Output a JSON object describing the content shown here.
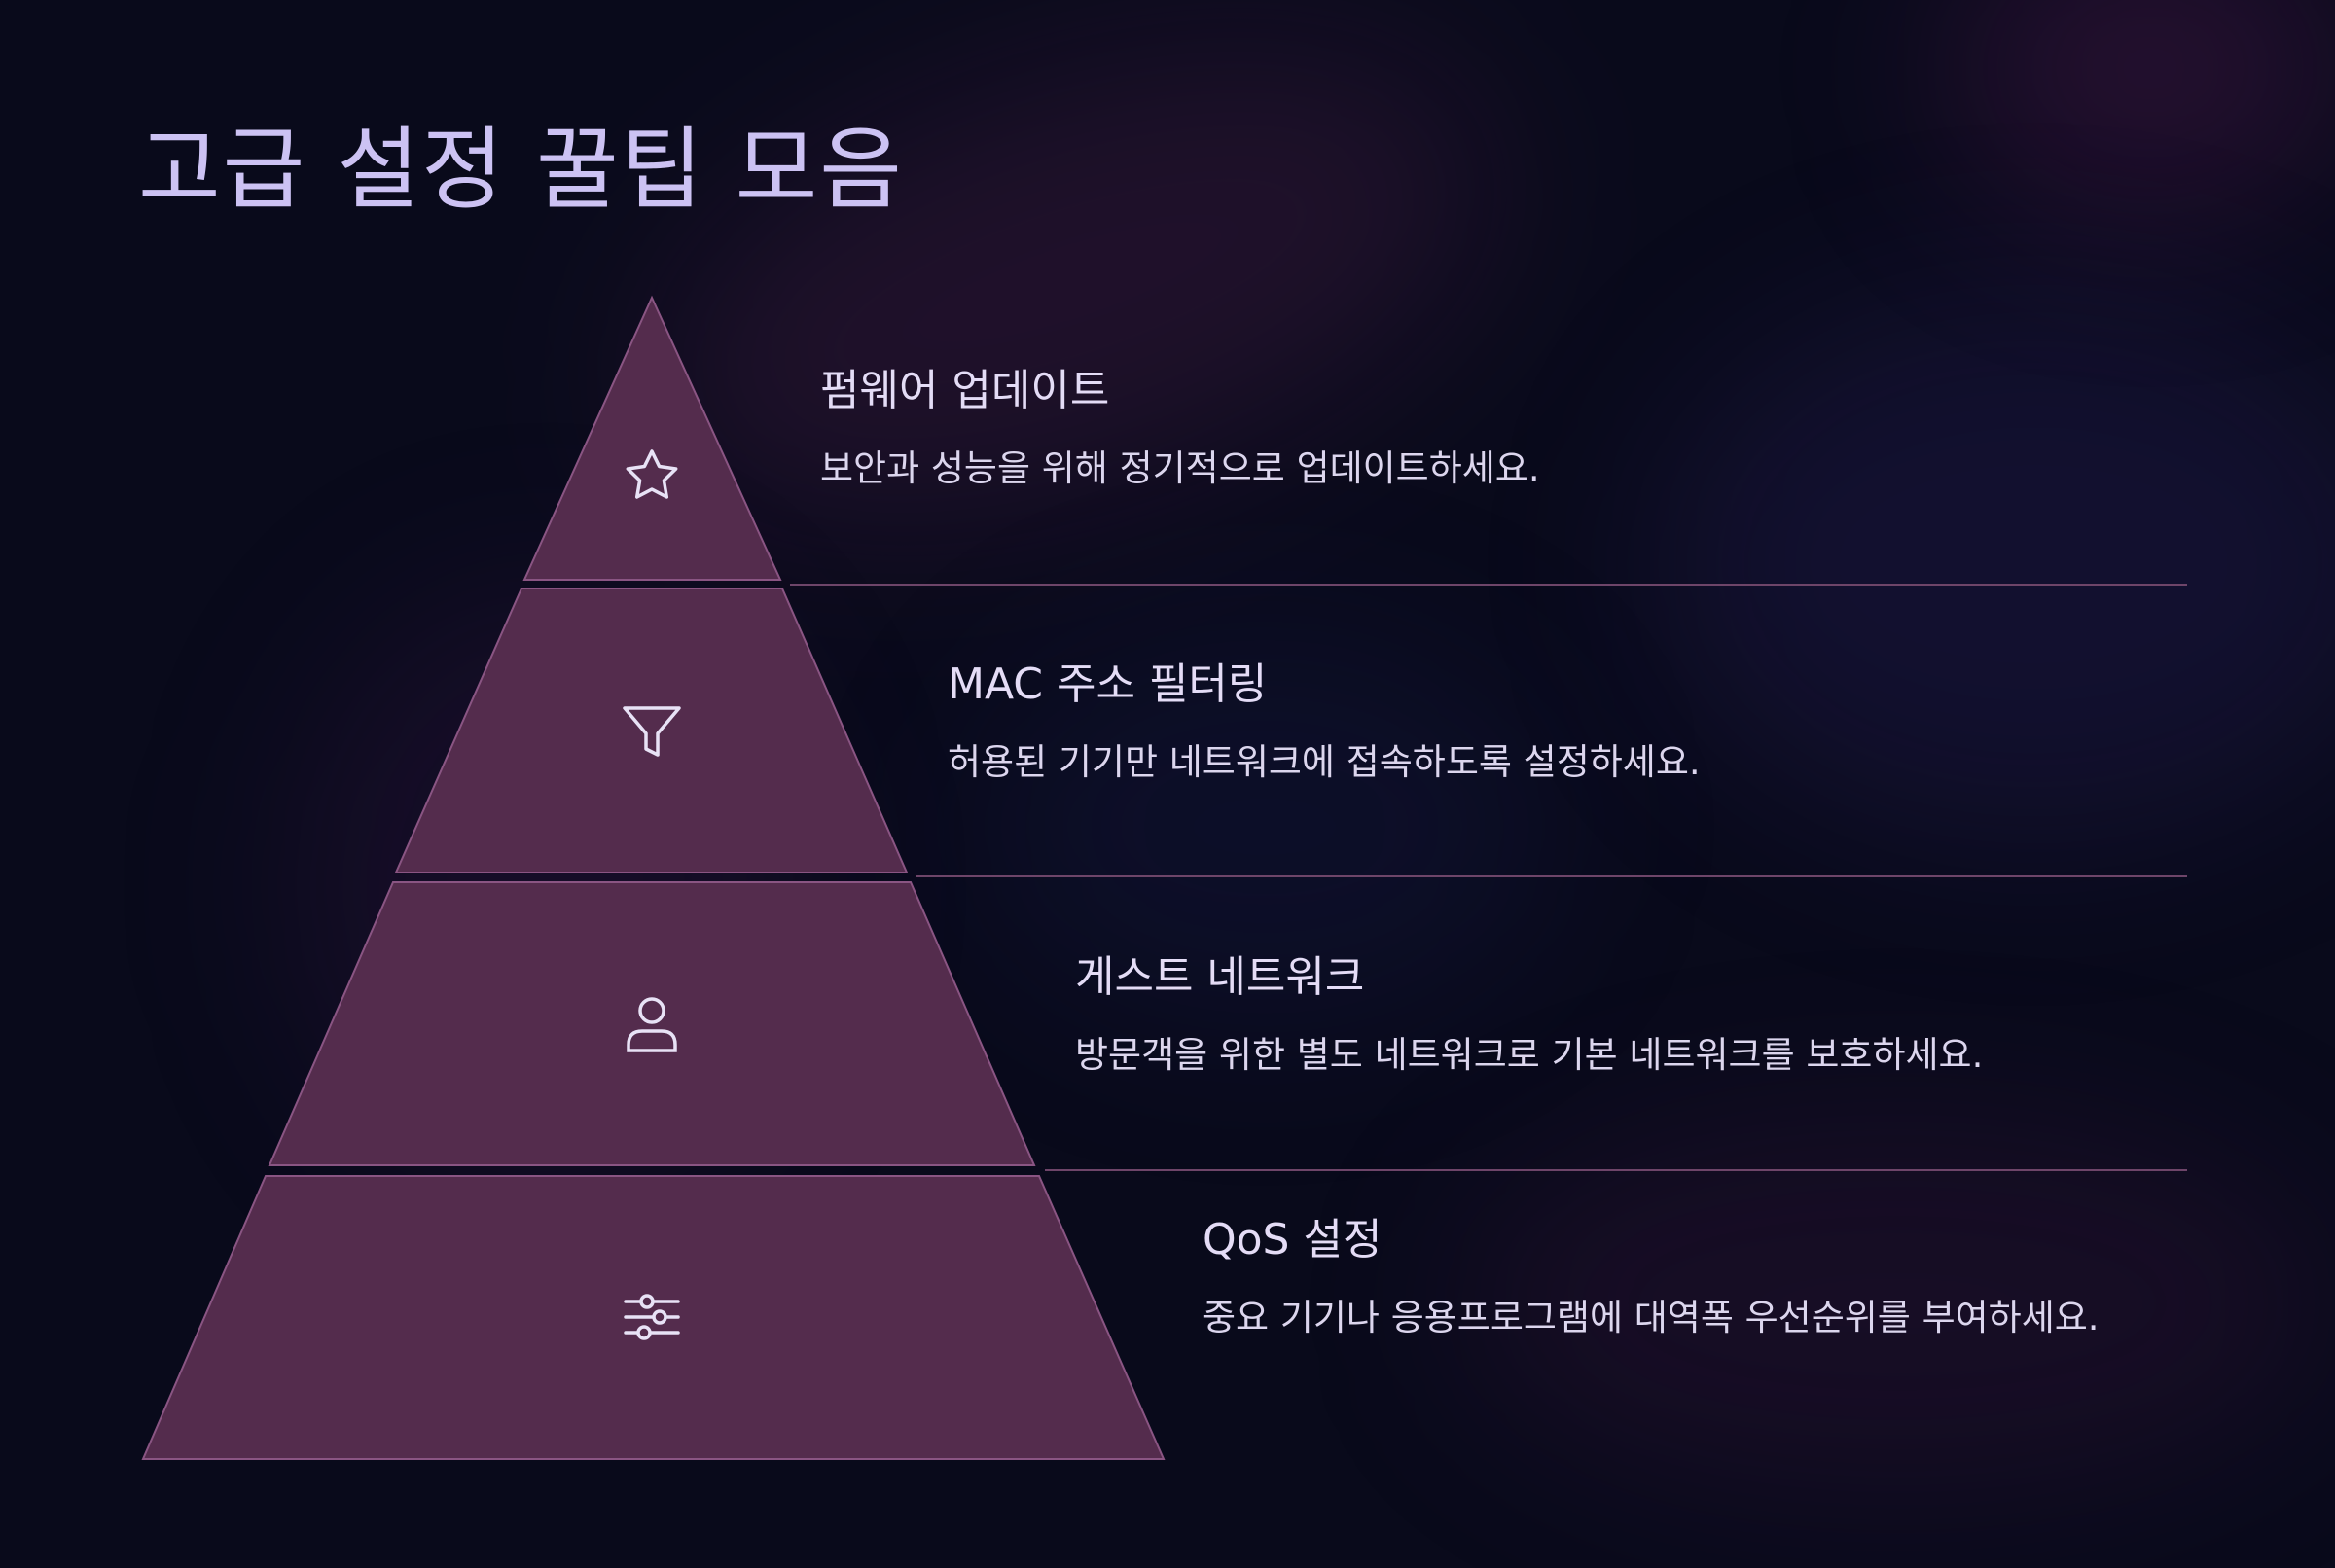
{
  "title": "고급 설정 꿀팁 모음",
  "colors": {
    "background": "#090a1b",
    "tier_fill": "#542c4d",
    "tier_stroke": "#8a5583",
    "divider": "#6e4569",
    "title": "#ccc2f3",
    "icon": "#e8e2f6"
  },
  "tiers": [
    {
      "icon": "star-icon",
      "title": "펌웨어 업데이트",
      "description": "보안과 성능을 위해 정기적으로 업데이트하세요."
    },
    {
      "icon": "filter-icon",
      "title": "MAC 주소 필터링",
      "description": "허용된 기기만 네트워크에 접속하도록 설정하세요."
    },
    {
      "icon": "user-icon",
      "title": "게스트 네트워크",
      "description": "방문객을 위한 별도 네트워크로 기본 네트워크를 보호하세요."
    },
    {
      "icon": "sliders-icon",
      "title": "QoS 설정",
      "description": "중요 기기나 응용프로그램에 대역폭 우선순위를 부여하세요."
    }
  ]
}
